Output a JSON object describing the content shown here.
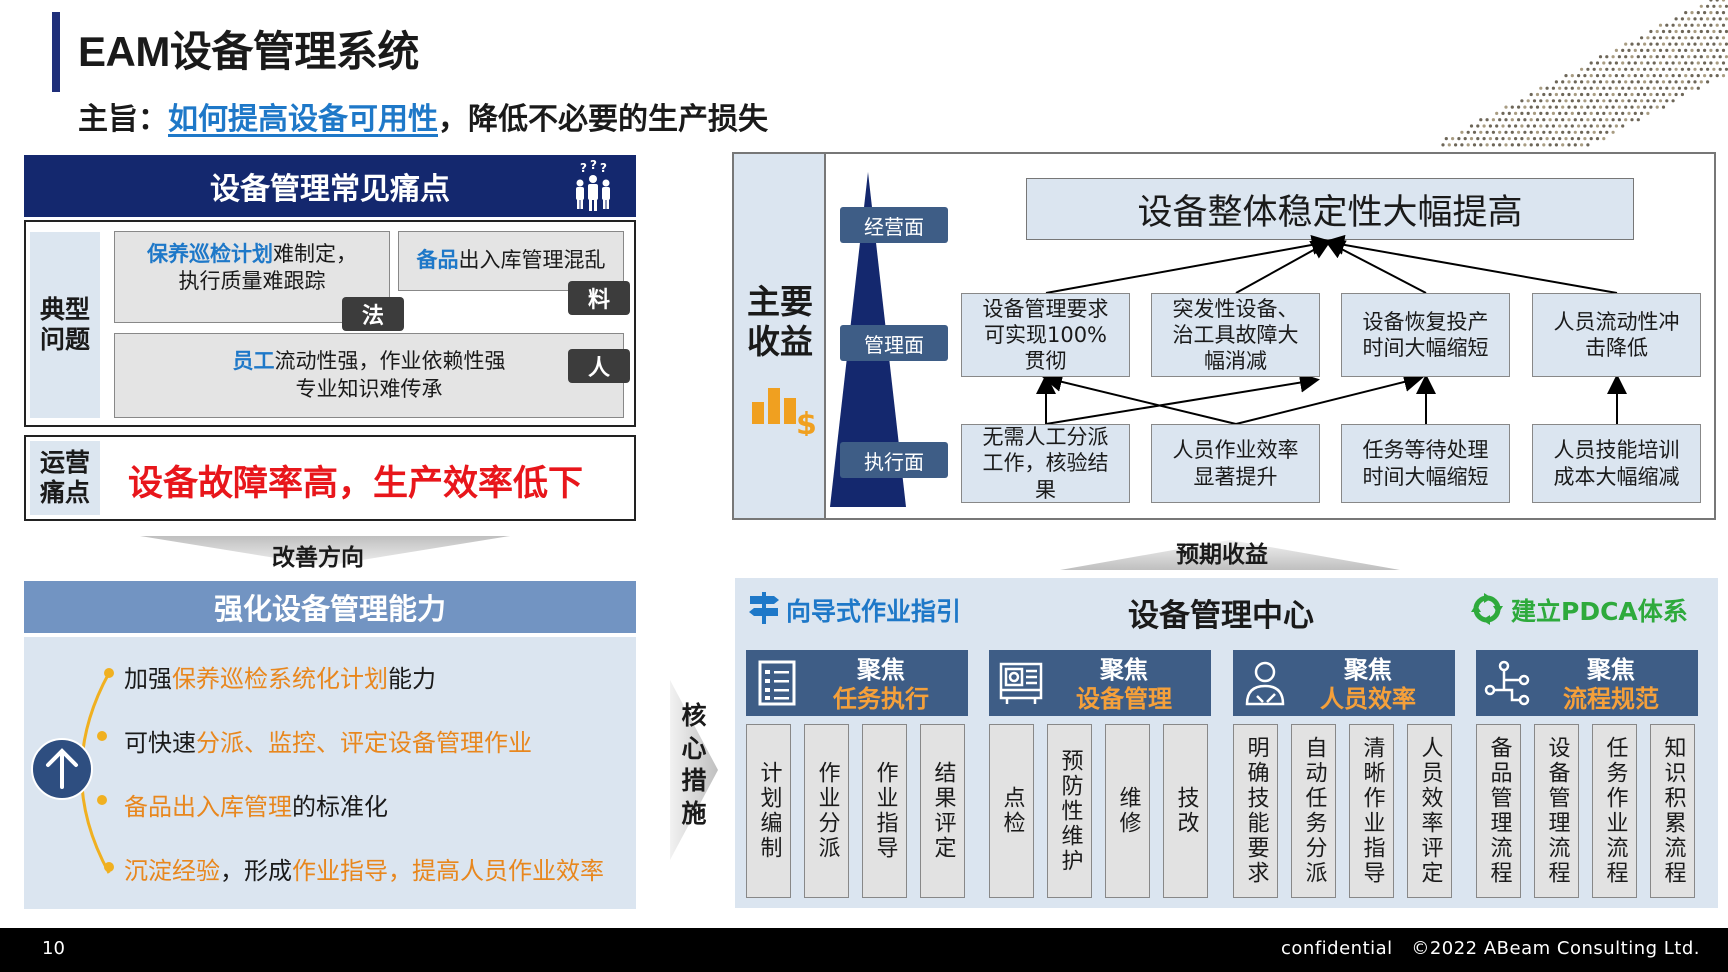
{
  "header": {
    "title": "EAM设备管理系统",
    "subtitle_prefix": "主旨：",
    "subtitle_highlight": "如何提高设备可用性",
    "subtitle_suffix": "，降低不必要的生产损失"
  },
  "pain_points": {
    "header": "设备管理常见痛点",
    "typical_label": "典型\n问题",
    "issues": [
      {
        "emphasis": "保养巡检计划",
        "rest": "难制定，",
        "line2": "执行质量难跟踪"
      },
      {
        "emphasis": "备品",
        "rest": "出入库管理混乱"
      },
      {
        "emphasis": "员工",
        "rest": "流动性强，作业依赖性强",
        "line2": "专业知识难传承"
      }
    ],
    "tags": {
      "fa": "法",
      "liao": "料",
      "ren": "人"
    },
    "ops_label": "运营\n痛点",
    "ops_text": "设备故障率高，生产效率低下"
  },
  "improve_direction": "改善方向",
  "strengthen": {
    "header": "强化设备管理能力",
    "items": [
      {
        "pre": "加强",
        "hl": "保养巡检系统化计划",
        "post": "能力"
      },
      {
        "pre": "可快速",
        "hl": "分派、监控、评定设备管理作业",
        "post": ""
      },
      {
        "pre": "",
        "hl": "备品出入库管理",
        "post": "的标准化"
      },
      {
        "pre": "",
        "hl": "沉淀经验",
        "mid": "，形成",
        "hl2": "作业指导，提高人员作业效率",
        "post": ""
      }
    ]
  },
  "core_measures": "核\n心\n措\n施",
  "benefits": {
    "label": "主要\n收益",
    "levels": [
      "经营面",
      "管理面",
      "执行面"
    ],
    "top_goal": "设备整体稳定性大幅提高",
    "management": [
      "设备管理要求\n可实现100%\n贯彻",
      "突发性设备、\n治工具故障大\n幅消减",
      "设备恢复投产\n时间大幅缩短",
      "人员流动性冲\n击降低"
    ],
    "execution": [
      "无需人工分派\n工作，核验结\n果",
      "人员作业效率\n显著提升",
      "任务等待处理\n时间大幅缩短",
      "人员技能培训\n成本大幅缩减"
    ]
  },
  "expected_benefit": "预期收益",
  "center": {
    "title": "设备管理中心",
    "guide": "向导式作业指引",
    "pdca": "建立PDCA体系",
    "focus": [
      {
        "line1": "聚焦",
        "line2": "任务执行",
        "columns": [
          "计划编制",
          "作业分派",
          "作业指导",
          "结果评定"
        ]
      },
      {
        "line1": "聚焦",
        "line2": "设备管理",
        "columns": [
          "点检",
          "预防性维护",
          "维修",
          "技改"
        ]
      },
      {
        "line1": "聚焦",
        "line2": "人员效率",
        "columns": [
          "明确技能要求",
          "自动任务分派",
          "清晰作业指导",
          "人员效率评定"
        ]
      },
      {
        "line1": "聚焦",
        "line2": "流程规范",
        "columns": [
          "备品管理流程",
          "设备管理流程",
          "任务作业流程",
          "知识积累流程"
        ]
      }
    ]
  },
  "footer": {
    "page": "10",
    "copyright": "confidential   ©2022 ABeam Consulting Ltd."
  },
  "colors": {
    "navy": "#14286e",
    "accent_blue": "#1e78c8",
    "red": "#e8161b",
    "orange": "#e8871e",
    "green": "#2eaa3c",
    "steel": "#3e5d86"
  }
}
